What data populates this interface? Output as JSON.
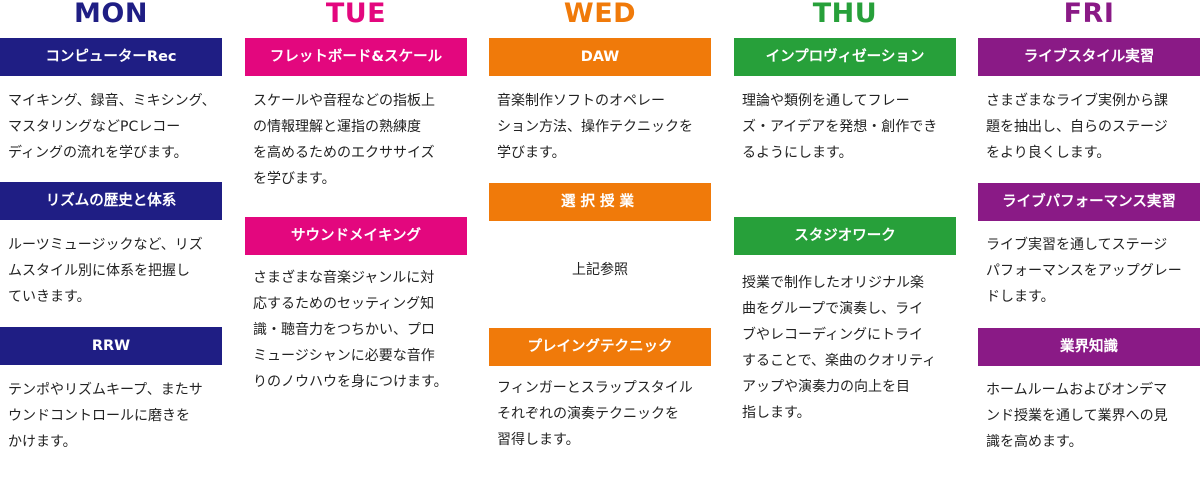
{
  "columns": [
    {
      "day": "MON",
      "color": "#1f1e84",
      "blocks": [
        {
          "title": "コンピューターRec",
          "desc": "マイキング、録音、ミキシング、\nマスタリングなどPCレコー\nディングの流れを学びます。"
        },
        {
          "title": "リズムの歴史と体系",
          "desc": "ルーツミュージックなど、リズ\nムスタイル別に体系を把握し\nていきます。"
        },
        {
          "title": "RRW",
          "desc": "テンポやリズムキープ、またサ\nウンドコントロールに磨きを\nかけます。"
        }
      ]
    },
    {
      "day": "TUE",
      "color": "#e3077e",
      "blocks": [
        {
          "title": "フレットボード&スケール",
          "desc": "スケールや音程などの指板上\nの情報理解と運指の熟練度\nを高めるためのエクササイズ\nを学びます。"
        },
        {
          "title": "サウンドメイキング",
          "desc": "さまざまな音楽ジャンルに対\n応するためのセッティング知\n識・聴音力をつちかい、プロ\nミュージシャンに必要な音作\nりのノウハウを身につけます。"
        }
      ]
    },
    {
      "day": "WED",
      "color": "#f07a0a",
      "blocks": [
        {
          "title": "DAW",
          "desc": "音楽制作ソフトのオペレー\nション方法、操作テクニックを\n学びます。"
        },
        {
          "title": "選択授業",
          "desc": "上記参照"
        },
        {
          "title": "プレイングテクニック",
          "desc": "フィンガーとスラップスタイル\nそれぞれの演奏テクニックを\n習得します。"
        }
      ]
    },
    {
      "day": "THU",
      "color": "#27a03a",
      "blocks": [
        {
          "title": "インプロヴィゼーション",
          "desc": "理論や類例を通してフレー\nズ・アイデアを発想・創作でき\nるようにします。"
        },
        {
          "title": "スタジオワーク",
          "desc": "授業で制作したオリジナル楽\n曲をグループで演奏し、ライ\nブやレコーディングにトライ\nすることで、楽曲のクオリティ\nアップや演奏力の向上を目\n指します。"
        }
      ]
    },
    {
      "day": "FRI",
      "color": "#8a1a86",
      "blocks": [
        {
          "title": "ライブスタイル実習",
          "desc": "さまざまなライブ実例から課\n題を抽出し、自らのステージ\nをより良くします。"
        },
        {
          "title": "ライブパフォーマンス実習",
          "desc": "ライブ実習を通してステージ\nパフォーマンスをアップグレー\nドします。"
        },
        {
          "title": "業界知識",
          "desc": "ホームルームおよびオンデマ\nンド授業を通して業界への見\n識を高めます。"
        }
      ]
    }
  ]
}
